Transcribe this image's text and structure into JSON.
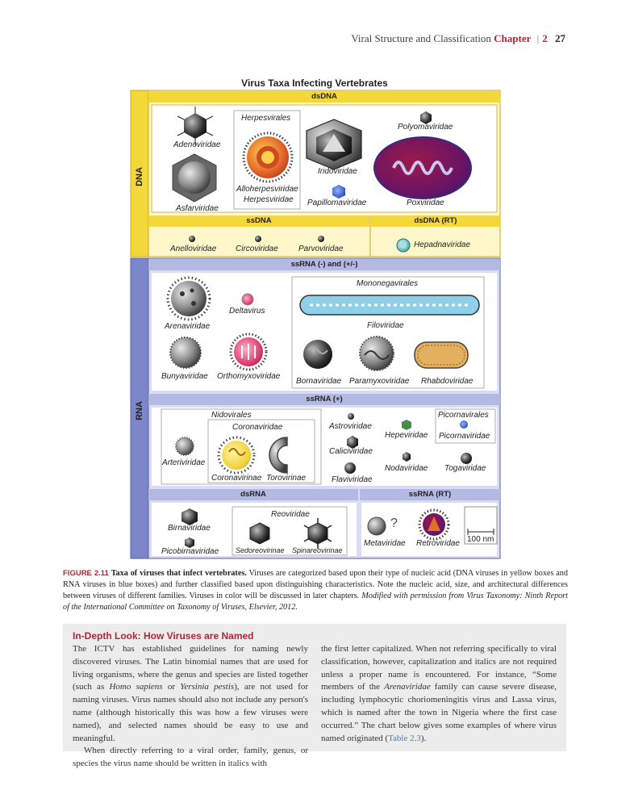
{
  "header": {
    "running_title": "Viral Structure and Classification",
    "chapter_label": "Chapter",
    "chapter_number": "2",
    "page_number": "27"
  },
  "figure": {
    "title": "Virus Taxa Infecting Vertebrates",
    "side_labels": {
      "dna": "DNA",
      "rna": "RNA"
    },
    "sections": {
      "dsdna": "dsDNA",
      "ssdna": "ssDNA",
      "dsdna_rt": "dsDNA (RT)",
      "ssrna_neg": "ssRNA (-) and (+/-)",
      "ssrna_pos": "ssRNA (+)",
      "dsrna": "dsRNA",
      "ssrna_rt": "ssRNA (RT)"
    },
    "taxa": {
      "adenoviridae": "Adenoviridae",
      "asfarviridae": "Asfarviridae",
      "herpesvirales": "Herpesvirales",
      "alloherpesviridae": "Alloherpesviridae",
      "herpesviridae": "Herpesviridae",
      "iridoviridae": "Iridoviridae",
      "papillomaviridae": "Papillomaviridae",
      "polyomaviridae": "Polyomaviridae",
      "poxviridae": "Poxviridae",
      "anelloviridae": "Anelloviridae",
      "circoviridae": "Circoviridae",
      "parvoviridae": "Parvoviridae",
      "hepadnaviridae": "Hepadnaviridae",
      "arenaviridae": "Arenaviridae",
      "deltavirus": "Deltavirus",
      "mononegavirales": "Mononegavirales",
      "filoviridae": "Filoviridae",
      "bunyaviridae": "Bunyaviridae",
      "orthomyxoviridae": "Orthomyxoviridae",
      "bornaviridae": "Bornaviridae",
      "paramyxoviridae": "Paramyxoviridae",
      "rhabdoviridae": "Rhabdoviridae",
      "nidovirales": "Nidovirales",
      "coronaviridae": "Coronaviridae",
      "arteriviridae": "Arteriviridae",
      "coronavirinae": "Coronavirinae",
      "torovirinae": "Torovirinae",
      "astroviridae": "Astroviridae",
      "caliciviridae": "Caliciviridae",
      "flaviviridae": "Flaviviridae",
      "hepeviridae": "Hepeviridae",
      "nodaviridae": "Nodaviridae",
      "picornavirales": "Picornavirales",
      "picornaviridae": "Picornaviridae",
      "togaviridae": "Togaviridae",
      "birnaviridae": "Birnaviridae",
      "picobirnaviridae": "Picobirnaviridae",
      "reoviridae": "Reoviridae",
      "sedoreovirinae": "Sedoreovirinae",
      "spinareovirinae": "Spinareovirinae",
      "metaviridae": "Metaviridae",
      "retroviridae": "Retroviridae"
    },
    "question_mark": "?",
    "scale_bar": "100 nm",
    "colors": {
      "dna_box": "#f3d83a",
      "rna_box": "#7d86c8",
      "rna_fill": "#d9dcf2",
      "dna_fill": "#fdf7c9"
    }
  },
  "caption": {
    "label": "FIGURE 2.11",
    "title": "Taxa of viruses that infect vertebrates.",
    "text": "Viruses are categorized based upon their type of nucleic acid (DNA viruses in yellow boxes and RNA viruses in blue boxes) and further classified based upon distinguishing characteristics. Note the nucleic acid, size, and architectural differences between viruses of different families. Viruses in color will be discussed in later chapters.",
    "credit": "Modified with permission from Virus Taxonomy: Ninth Report of the International Committee on Taxonomy of Viruses, Elsevier, 2012."
  },
  "sidebar": {
    "title": "In-Depth Look: How Viruses are Named",
    "col1_p1_a": "The ICTV has established guidelines for naming newly discovered viruses. The Latin binomial names that are used for living organisms, where the genus and species are listed together (such as",
    "homo_sapiens": "Homo sapiens",
    "or": "or",
    "yersinia_pestis": "Yersinia pestis",
    "col1_p1_b": "), are not used for naming viruses. Virus names should also not include any person's name (although historically this was how a few viruses were named), and selected names should be easy to use and meaningful.",
    "col1_p2": "When directly referring to a viral order, family, genus, or species the virus name should be written in italics with",
    "col2_a": "the first letter capitalized. When not referring specifically to viral classification, however, capitalization and italics are not required unless a proper name is encountered. For instance, “Some members of the",
    "arenaviridae": "Arenaviridae",
    "col2_b": "family can cause severe disease, including lymphocytic choriomeningitis virus and Lassa virus, which is named after the town in Nigeria where the first case occurred.” The chart below gives some examples of where virus named originated (",
    "table_ref": "Table 2.3",
    "col2_c": ")."
  }
}
